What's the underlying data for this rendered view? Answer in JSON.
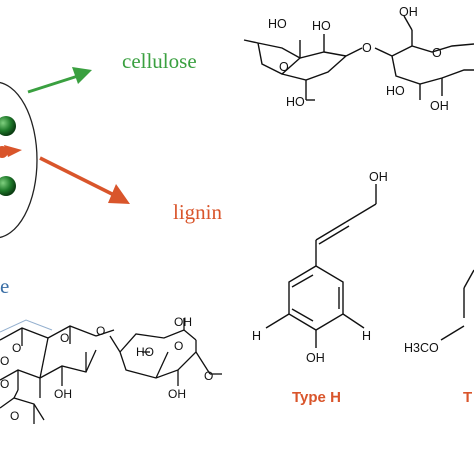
{
  "labels": {
    "cellulose": "cellulose",
    "lignin": "lignin",
    "hemicellulose_fragment": "e",
    "type_h": "Type H",
    "type_partial": "T"
  },
  "atoms": {
    "cellulose": {
      "ho_top_left": "HO",
      "ho_top_mid": "HO",
      "oh_top_right": "OH",
      "o_ring_right": "O",
      "o_link": "O",
      "o_ring_left": "O",
      "ho_bottom_left": "HO",
      "ho_bottom_right": "HO",
      "oh_bottom_right": "OH"
    },
    "lignin_h": {
      "oh_top": "OH",
      "h_left": "H",
      "h_right": "H",
      "oh_bottom": "OH"
    },
    "lignin_g": {
      "h3co": "H3CO"
    },
    "hemicellulose": {
      "o_1": "O",
      "o_2": "O",
      "o_3": "O",
      "o_4": "O",
      "o_5": "O",
      "oh_1": "OH",
      "ho_1": "HO",
      "oh_2": "OH",
      "oh_3": "OH",
      "o_6": "O",
      "o_7": "O",
      "o_8": "O"
    }
  },
  "colors": {
    "cellulose": "#3aa040",
    "lignin": "#d9552b",
    "hemicellulose": "#3a6ea5",
    "structure": "#111111"
  }
}
